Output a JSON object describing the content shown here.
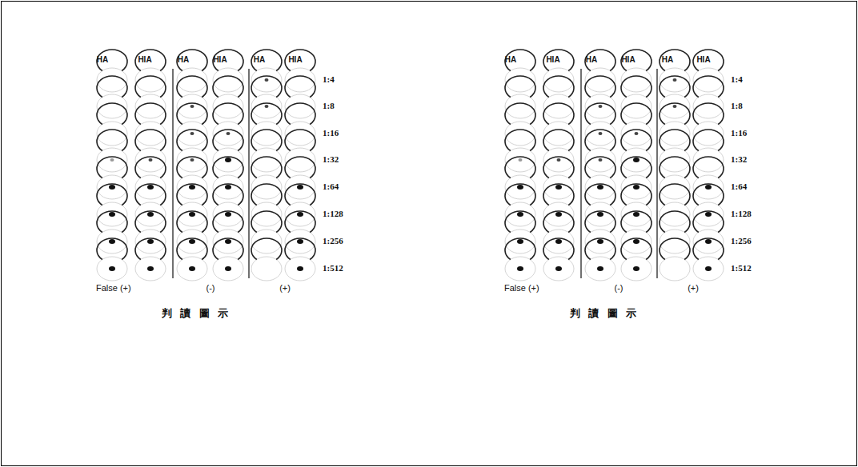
{
  "diagram": {
    "labels": [
      "HA",
      "HIA",
      "HA",
      "HIA",
      "HA",
      "HIA",
      "1:4",
      "1:8",
      "1:16",
      "1:32",
      "1:64",
      "1:128",
      "1:256",
      "1:512",
      "False (+)",
      "(-)",
      "(+)",
      "判 讀 圖 示",
      "HA",
      "HIA",
      "HA",
      "HIA",
      "HA",
      "HIA",
      "1:4",
      "1:8",
      "1:16",
      "1:32",
      "1:64",
      "1:128",
      "1:256",
      "1:512",
      "False (+)",
      "(-)",
      "(+)",
      "判 讀 圖 示"
    ]
  }
}
